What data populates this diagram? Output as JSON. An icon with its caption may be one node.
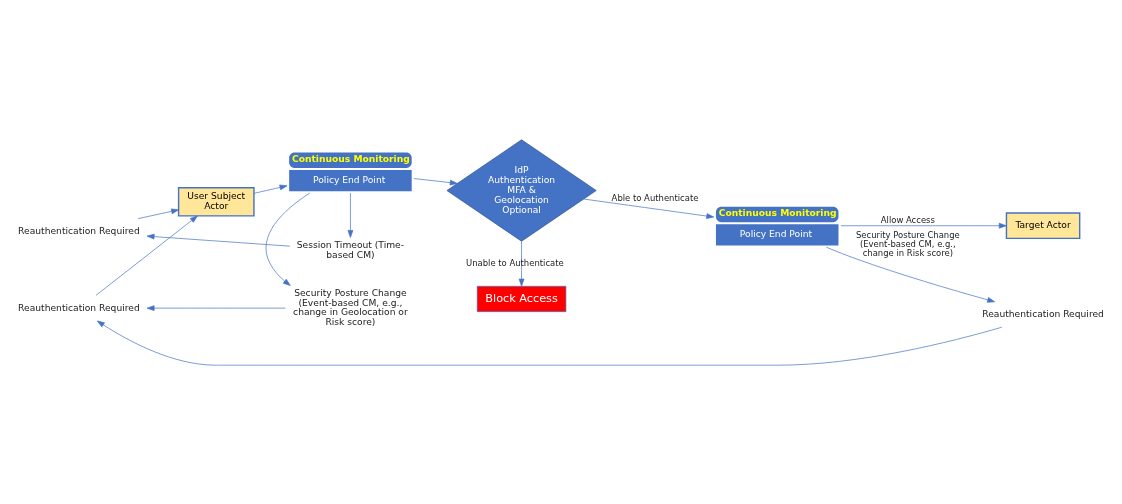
{
  "diagram": {
    "nodes": [
      {
        "text": [
          "Reauthentication Required"
        ]
      },
      {
        "text": [
          "Session Timeout (Time-based CM)"
        ]
      },
      {
        "text": [
          "User Subject Actor"
        ]
      },
      {
        "text": [
          "Policy End Point"
        ],
        "beside": [
          "Continuous Monitoring"
        ]
      },
      {
        "text": [
          "IdP Authentication MFA & Geolocation Optional"
        ]
      },
      {
        "text": [
          "Policy End Point"
        ],
        "beside": [
          "Continuous Monitoring"
        ]
      },
      {
        "text": [
          "Target Actor"
        ]
      },
      {
        "text": [
          "Reauthentication Required"
        ]
      },
      {
        "text": [
          "Security Posture Change (Event-based CM, e.g., change in Geolocation or Risk score)"
        ]
      },
      {
        "text": [
          "Block Access"
        ]
      },
      {
        "text": [
          "Reauthentication Required"
        ]
      }
    ],
    "edges": [
      {
        "from": 1,
        "to": 0,
        "arrow": "to"
      },
      {
        "from": 0,
        "to": 2,
        "arrow": "to"
      },
      {
        "from": 7,
        "to": 2,
        "arrow": "to"
      },
      {
        "from": 2,
        "to": 3,
        "arrow": "to"
      },
      {
        "from": 3,
        "to": 1,
        "arrow": "to"
      },
      {
        "from": 3,
        "to": 4,
        "arrow": "to"
      },
      {
        "from": 3,
        "to": 8,
        "arrow": "to"
      },
      {
        "from": 4,
        "to": 5,
        "arrow": "to",
        "label": "Able to Authenticate"
      },
      {
        "from": 4,
        "to": 9,
        "arrow": "to",
        "label": "Unable to Authenticate"
      },
      {
        "from": 5,
        "to": 6,
        "arrow": "to",
        "label": "Allow Access"
      },
      {
        "from": 5,
        "to": 10,
        "arrow": "to",
        "label": "Security Posture Change (Event-based CM, e.g., change in Risk score)"
      },
      {
        "from": 8,
        "to": 7,
        "arrow": "to"
      },
      {
        "from": 10,
        "to": 7,
        "arrow": "to"
      }
    ]
  }
}
